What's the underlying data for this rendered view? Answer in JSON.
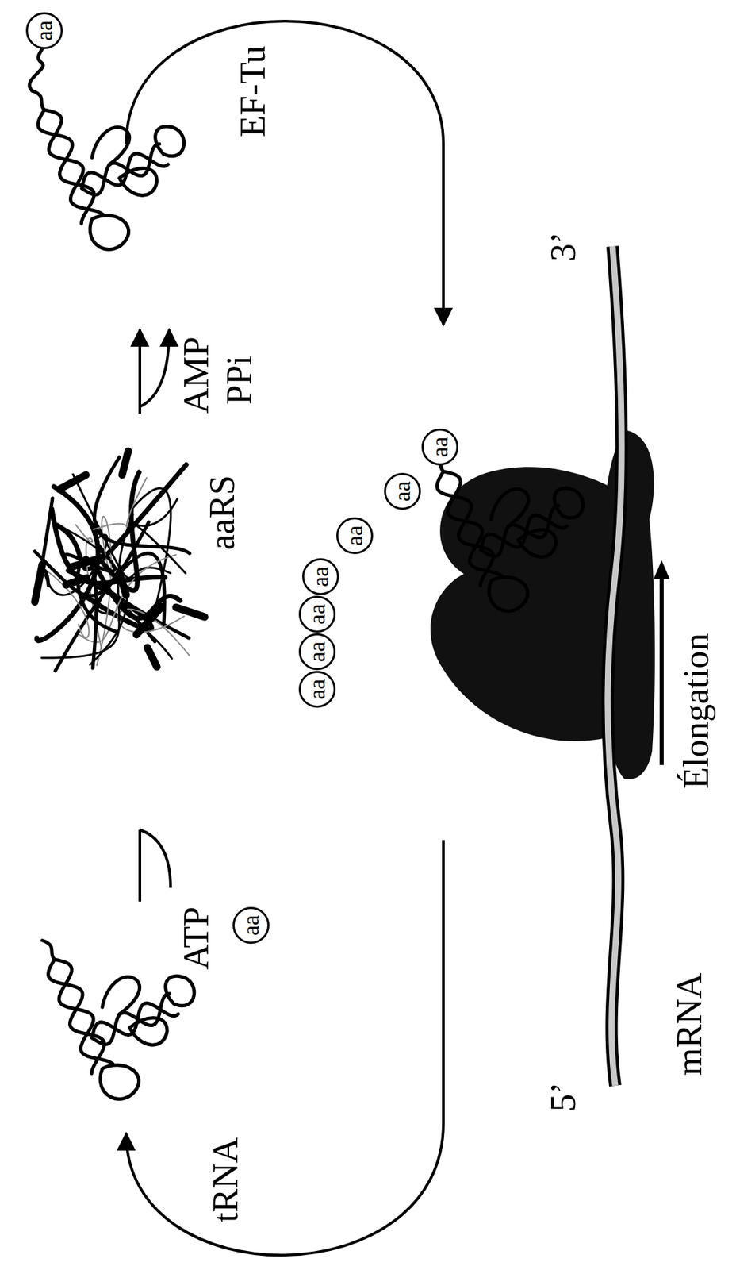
{
  "diagram": {
    "nodes": [
      {
        "text": [
          "aa"
        ]
      },
      {
        "text": [
          "aa"
        ]
      },
      {
        "text": [
          "aa"
        ]
      },
      {
        "text": [
          "aa"
        ]
      },
      {
        "text": [
          "aa"
        ]
      },
      {
        "text": [
          "aa"
        ]
      },
      {
        "text": [
          "aa"
        ]
      },
      {
        "text": [
          "aa"
        ]
      },
      {
        "text": [
          "aa"
        ]
      }
    ],
    "labels": [
      "tRNA",
      "ATP",
      "aaRS",
      "AMP",
      "PPi",
      "EF-Tu",
      "5’",
      "mRNA",
      "3’",
      "Élongation"
    ]
  }
}
